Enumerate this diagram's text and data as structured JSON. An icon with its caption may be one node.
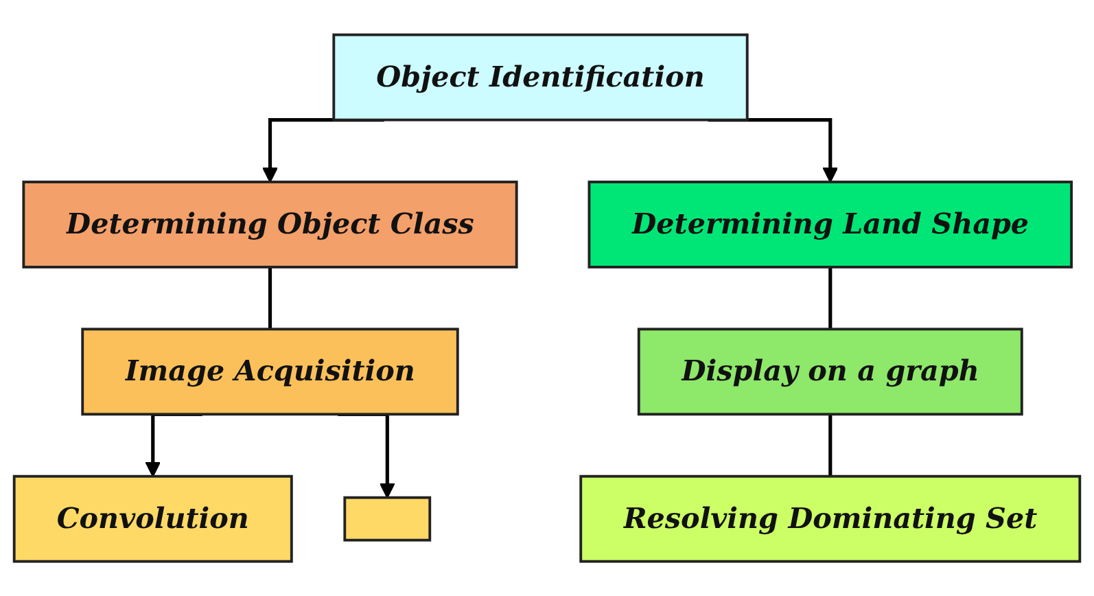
{
  "diagram": {
    "nodes": [
      {
        "text": [
          "Object Identification"
        ]
      },
      {
        "text": [
          "Determining Object Class"
        ]
      },
      {
        "text": [
          "Determining Land Shape"
        ]
      },
      {
        "text": [
          "Image Acquisition"
        ]
      },
      {
        "text": [
          "Convolution"
        ]
      },
      {
        "text": [],
        "shape": "box"
      },
      {
        "text": [
          "Display on a graph"
        ]
      },
      {
        "text": [
          "Resolving Dominating Set"
        ]
      }
    ],
    "edges": [
      {
        "from": 0,
        "to": 1,
        "arrow": "to"
      },
      {
        "from": 0,
        "to": 2,
        "arrow": "to"
      },
      {
        "from": 1,
        "to": 3,
        "arrow": "none"
      },
      {
        "from": 3,
        "to": 4,
        "arrow": "to"
      },
      {
        "from": 3,
        "to": 5,
        "arrow": "to"
      },
      {
        "from": 2,
        "to": 6,
        "arrow": "none"
      },
      {
        "from": 6,
        "to": 7,
        "arrow": "none"
      }
    ]
  }
}
